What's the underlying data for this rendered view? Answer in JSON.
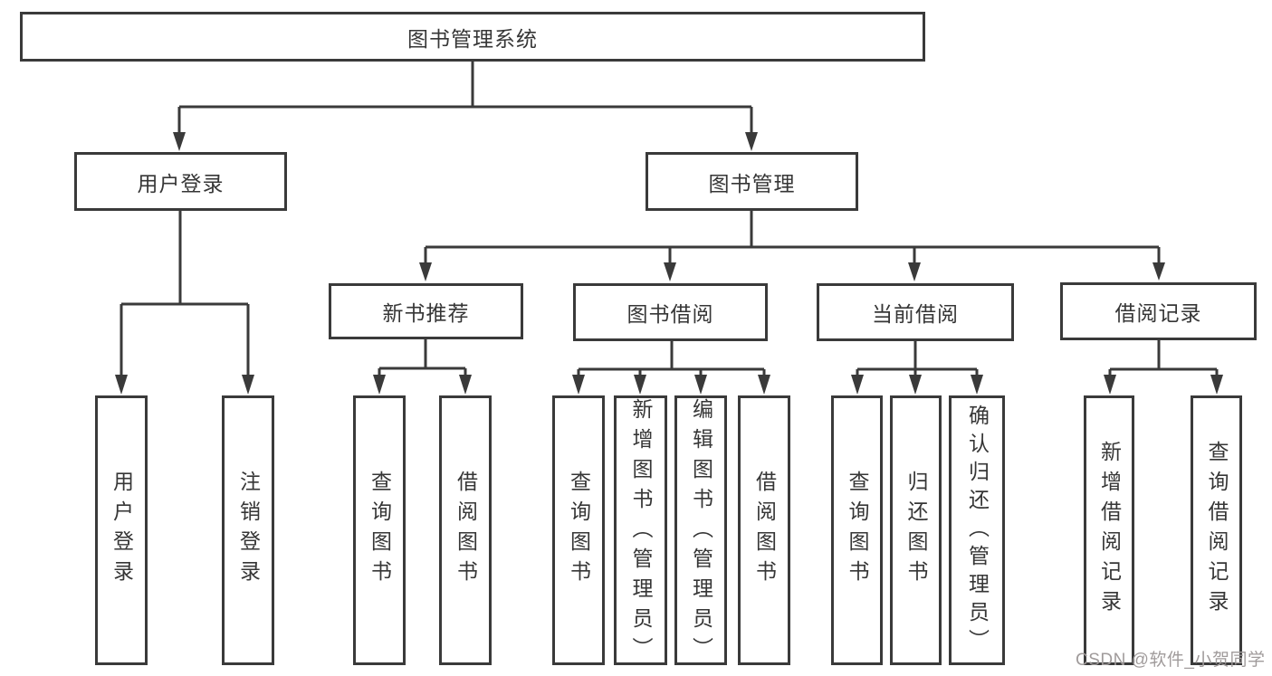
{
  "page": {
    "watermark": "CSDN @软件_小贺同学"
  },
  "style": {
    "line_color": "#3a3a3a",
    "text_color": "#363636",
    "box_background": "#ffffff",
    "page_background": "#ffffff",
    "watermark_color": "#a09b9b"
  },
  "tree": {
    "label": "图书管理系统",
    "children": [
      {
        "label": "用户登录",
        "children": [
          {
            "label": "用户登录"
          },
          {
            "label": "注销登录"
          }
        ]
      },
      {
        "label": "图书管理",
        "children": [
          {
            "label": "新书推荐",
            "children": [
              {
                "label": "查询图书"
              },
              {
                "label": "借阅图书"
              }
            ]
          },
          {
            "label": "图书借阅",
            "children": [
              {
                "label": "查询图书"
              },
              {
                "label": "新增图书（管理员）"
              },
              {
                "label": "编辑图书（管理员）"
              },
              {
                "label": "借阅图书"
              }
            ]
          },
          {
            "label": "当前借阅",
            "children": [
              {
                "label": "查询图书"
              },
              {
                "label": "归还图书"
              },
              {
                "label": "确认归还（管理员）"
              }
            ]
          },
          {
            "label": "借阅记录",
            "children": [
              {
                "label": "新增借阅记录"
              },
              {
                "label": "查询借阅记录"
              }
            ]
          }
        ]
      }
    ]
  }
}
